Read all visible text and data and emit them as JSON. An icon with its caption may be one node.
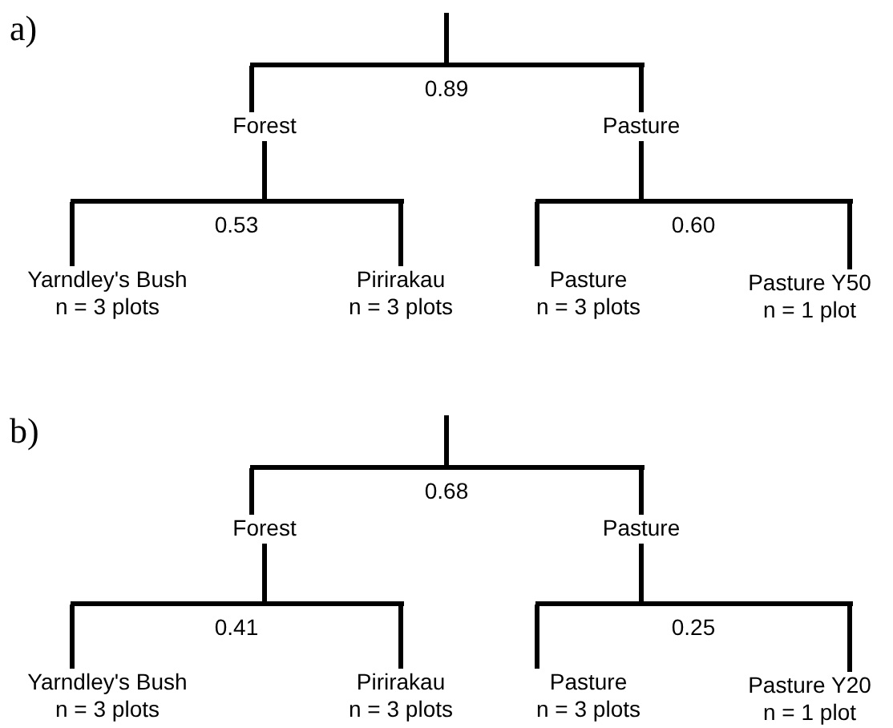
{
  "diagram": {
    "nodes": [
      {
        "text": [
          "0.89"
        ]
      },
      {
        "text": [
          "Forest"
        ]
      },
      {
        "text": [
          "Pasture"
        ]
      },
      {
        "text": [
          "0.53"
        ]
      },
      {
        "text": [
          "0.60"
        ]
      },
      {
        "text": [
          "Yarndley's Bush",
          "n = 3 plots"
        ]
      },
      {
        "text": [
          "Pirirakau",
          "n = 3 plots"
        ]
      },
      {
        "text": [
          "Pasture",
          "n = 3 plots"
        ]
      },
      {
        "text": [
          "Pasture Y50",
          "n = 1 plot"
        ]
      },
      {
        "text": [
          "0.68"
        ]
      },
      {
        "text": [
          "Forest"
        ]
      },
      {
        "text": [
          "Pasture"
        ]
      },
      {
        "text": [
          "0.41"
        ]
      },
      {
        "text": [
          "0.25"
        ]
      },
      {
        "text": [
          "Yarndley's Bush",
          "n = 3 plots"
        ]
      },
      {
        "text": [
          "Pirirakau",
          "n = 3 plots"
        ]
      },
      {
        "text": [
          "Pasture",
          "n = 3 plots"
        ]
      },
      {
        "text": [
          "Pasture Y20",
          "n = 1 plot"
        ]
      }
    ],
    "edges": [
      {
        "from": null,
        "to": 0,
        "arrow": "none"
      },
      {
        "from": 0,
        "to": 1,
        "arrow": "none"
      },
      {
        "from": 0,
        "to": 2,
        "arrow": "none"
      },
      {
        "from": 1,
        "to": 3,
        "arrow": "none"
      },
      {
        "from": 2,
        "to": 4,
        "arrow": "none"
      },
      {
        "from": 3,
        "to": 5,
        "arrow": "none"
      },
      {
        "from": 3,
        "to": 6,
        "arrow": "none"
      },
      {
        "from": 4,
        "to": 7,
        "arrow": "none"
      },
      {
        "from": 4,
        "to": 8,
        "arrow": "none"
      },
      {
        "from": null,
        "to": 9,
        "arrow": "none"
      },
      {
        "from": 9,
        "to": 10,
        "arrow": "none"
      },
      {
        "from": 9,
        "to": 11,
        "arrow": "none"
      },
      {
        "from": 10,
        "to": 12,
        "arrow": "none"
      },
      {
        "from": 11,
        "to": 13,
        "arrow": "none"
      },
      {
        "from": 12,
        "to": 14,
        "arrow": "none"
      },
      {
        "from": 12,
        "to": 15,
        "arrow": "none"
      },
      {
        "from": 13,
        "to": 16,
        "arrow": "none"
      },
      {
        "from": 13,
        "to": 17,
        "arrow": "none"
      }
    ],
    "labels": [
      "a)",
      "b)"
    ]
  }
}
